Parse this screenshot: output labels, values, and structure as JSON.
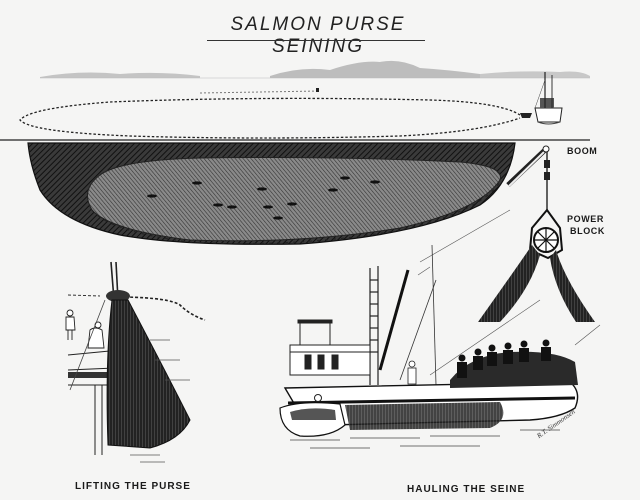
{
  "title": "SALMON PURSE SEINING",
  "labels": {
    "boom": "BOOM",
    "power_block_line1": "POWER",
    "power_block_line2": "BLOCK"
  },
  "captions": {
    "left_panel": "LIFTING THE PURSE",
    "right_panel": "HAULING THE SEINE"
  },
  "signature": "R.T. Simmonsen",
  "scenes": [
    {
      "name": "set-seine-overview",
      "description": "Seine net set in a circle around a school of salmon, seiner at right, skiff holding far end"
    },
    {
      "name": "lifting-the-purse",
      "description": "Crew on deck lifting the pursed net bundle over the side"
    },
    {
      "name": "hauling-the-seine",
      "description": "Crew stacking net on seiner deck while power block hauls seine, skiff alongside"
    }
  ],
  "colors": {
    "paper": "#f5f5f4",
    "ink": "#1a1a1a",
    "net_dark": "#2a2a2a",
    "net_mid": "#5a5a5a",
    "mountains": "#b8b8b8"
  }
}
